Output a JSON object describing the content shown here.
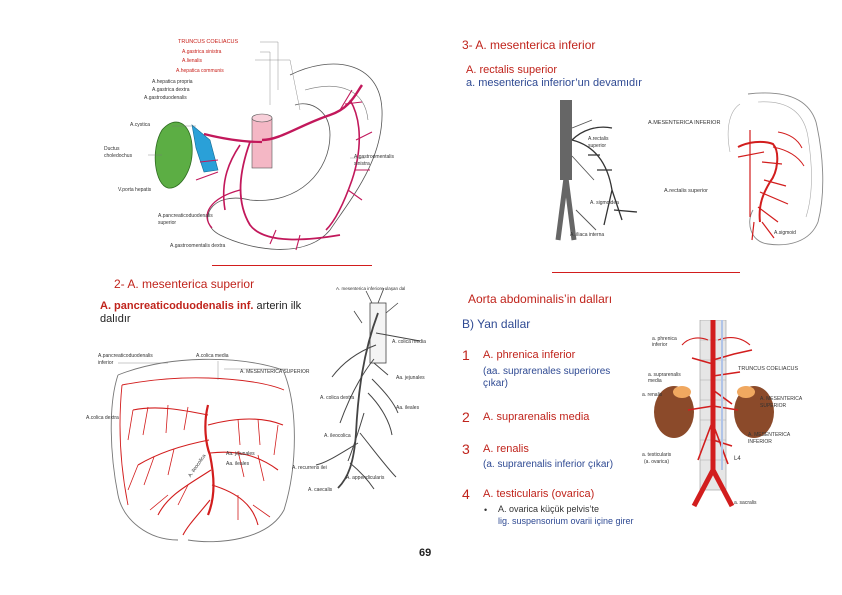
{
  "top_right": {
    "heading": "3- A. mesenterica inferior",
    "sub1": "A. rectalis superior",
    "sub2": "a. mesenterica inferior’un devamıdır"
  },
  "left": {
    "heading": "2- A. mesenterica superior",
    "desc_bold": "A. pancreaticoduodenalis inf.",
    "desc_rest1": " arterin ilk",
    "desc_rest2": "dalıdır"
  },
  "right": {
    "heading": "Aorta abdominalis’in dalları",
    "sub": "B) Yan dallar",
    "items": [
      {
        "num": "1",
        "title": "A. phrenica inferior",
        "note": "(aa. suprarenales superiores",
        "note2": "çıkar)"
      },
      {
        "num": "2",
        "title": "A. suprarenalis media"
      },
      {
        "num": "3",
        "title": "A. renalis",
        "note": "(a. suprarenalis  inferior çıkar)"
      },
      {
        "num": "4",
        "title": "A. testicularis (ovarica)",
        "bullet_a": "A. ovarica küçük pelvis’te",
        "bullet_b": "lig. suspensorium ovarii içine girer"
      }
    ]
  },
  "page_number": "69",
  "fig1": {
    "labels": {
      "truncus": "TRUNCUS COELIACUS",
      "gastrica_sinistra": "A.gastrica sinistra",
      "lienalis": "A.lienalis",
      "hepatica_communis": "A.hepatica communis",
      "hepatica_propria": "A.hepatica propria",
      "gastrica_dextra": "A.gastrica dextra",
      "gastroduodenalis": "A.gastroduodenalis",
      "cystica": "A.cystica",
      "ductus": "Ductus",
      "choledochus": "choledochus",
      "vporta": "V.porta hepatis",
      "pancreaticoduodenalis": "A.pancreaticoduodenalis",
      "superior": "superior",
      "gastroomentalis_s": "A.gastroomentalis",
      "sinistra": "sinistra",
      "gastroomentalis_d": "A.gastroomentalis dextra"
    }
  },
  "fig2": {
    "labels": {
      "rectalis": "A.rectalis",
      "superior": "superior",
      "sigmoidea": "A. sigmoidea",
      "iliaca": "A. iliaca interna",
      "mesenterica_inf": "A.MESENTERICA INFERIOR",
      "rectalis_sup": "A.rectalis superior",
      "sigmoid_r": "A.sigmoid"
    }
  },
  "fig3": {
    "labels": {
      "pancreatico": "A.pancreaticoduodenalis",
      "inferior": "inferior",
      "colica_media": "A.colica media",
      "mesenterica_sup": "A. MESENTERICA SUPERIOR",
      "colica_dextra": "A.colica dextra",
      "ileocolica": "A. ileocolica",
      "jejunales": "Aa. jejunales",
      "ileales": "Aa. ileales",
      "appendicularis": "A. appendicularis",
      "mesent_top": "A. mesenterica inferiore ulaşan dal",
      "col_media2": "A. colica media",
      "col_dextra2": "A. colica dextra",
      "ileocolica2": "A. ileocolica",
      "recurrens": "A. recurrens ilei",
      "cecal": "A. caecalis",
      "ileales2": "Aa. ileales"
    }
  },
  "fig4": {
    "labels": {
      "phrenica": "a. phrenica",
      "inferior": "inferior",
      "truncus": "TRUNCUS COELIACUS",
      "suprarenalis": "a. suprarenalis",
      "media": "media",
      "renalis": "a. renalis",
      "mesent_sup": "A. MESENTERICA",
      "superior": "SUPERIOR",
      "mesent_inf": "A. MESENTERICA",
      "inferior2": "INFERIOR",
      "testicularis": "a. testicularis",
      "ovarica": "(a. ovarica)",
      "l4": "L4",
      "sacralis": "a. sacralis"
    }
  },
  "colors": {
    "heading_red": "#c0241c",
    "text_blue": "#2f4a93",
    "artery_red": "#d21d1d"
  }
}
